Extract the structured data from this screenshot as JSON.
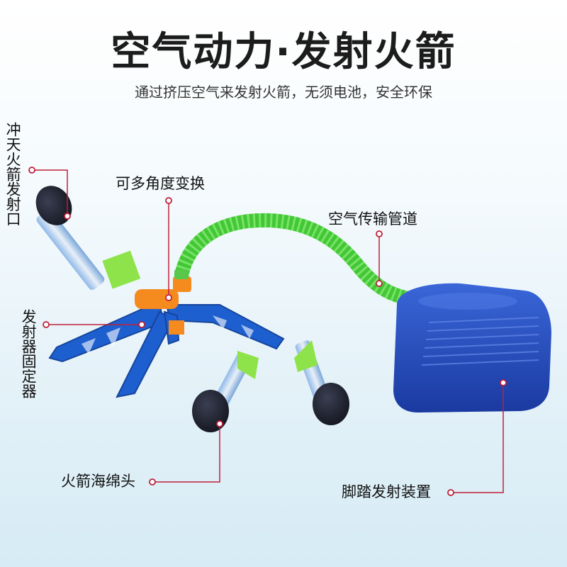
{
  "header": {
    "title": "空气动力·发射火箭",
    "subtitle": "通过挤压空气来发射火箭，无须电池，安全环保"
  },
  "labels": {
    "launch_port": "冲天火箭发射口",
    "angle": "可多角度变换",
    "air_tube": "空气传输管道",
    "holder": "发射器固定器",
    "foam_head": "火箭海绵头",
    "pedal": "脚踏发射装置"
  },
  "colors": {
    "accent_line": "#c0203a",
    "stand_blue": "#1e5fd0",
    "hose_green": "#4cd23c",
    "pedal_blue": "#2146b8",
    "foam_black": "#1e2230",
    "joint_orange": "#f58a1f"
  }
}
